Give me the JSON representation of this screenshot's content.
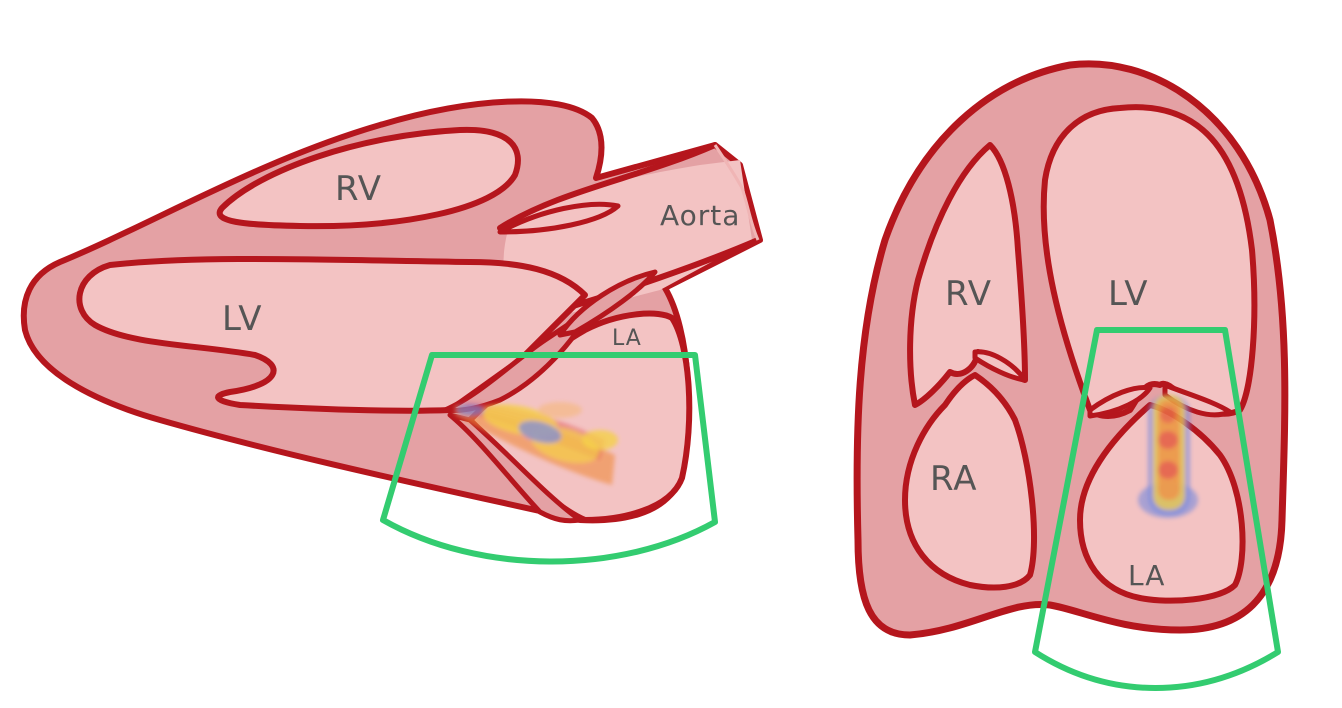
{
  "labels": {
    "plax_rv": "RV",
    "plax_lv": "LV",
    "plax_aorta": "Aorta",
    "plax_la": "LA",
    "a4c_rv": "RV",
    "a4c_lv": "LV",
    "a4c_ra": "RA",
    "a4c_la": "LA"
  },
  "colors": {
    "wall": "#e4a1a4",
    "chamber": "#f3c3c3",
    "outline": "#b5161d",
    "sector": "#33cc70",
    "text": "#555555",
    "jet_yellow": "#f5d334",
    "jet_orange": "#f08a3c",
    "jet_red": "#e24a4a",
    "jet_blue": "#6b84e0"
  }
}
